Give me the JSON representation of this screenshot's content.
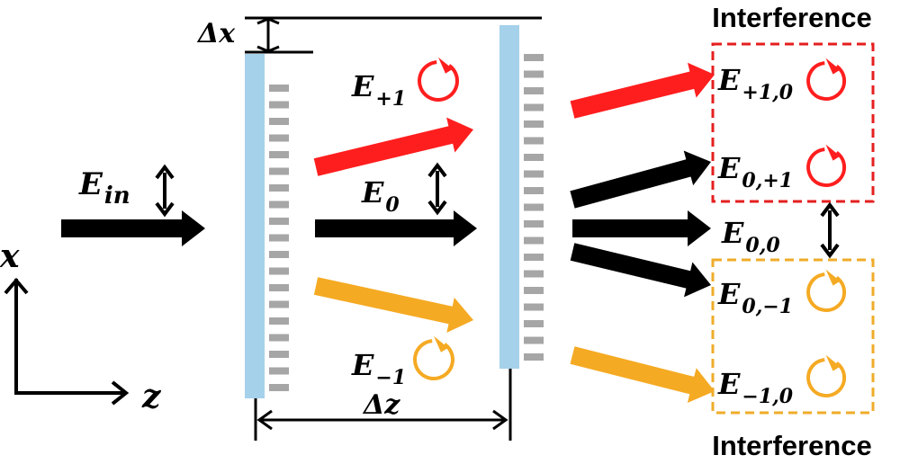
{
  "colors": {
    "grating": "#a5d1ea",
    "teeth": "#a6a6a6",
    "plus": "#ff1e1e",
    "minus": "#f5aa23",
    "zero": "#000000",
    "box_plus": "#e51f1f",
    "box_minus": "#efac2a"
  },
  "icons": {
    "circular_polarization": "circular-arrow-icon",
    "linear_polarization": "double-headed-arrow-icon"
  },
  "labels": {
    "delta_x": {
      "main": "Δx",
      "sub": ""
    },
    "delta_z": {
      "main": "Δz",
      "sub": ""
    },
    "axis_x": {
      "main": "x",
      "sub": ""
    },
    "axis_z": {
      "main": "z",
      "sub": ""
    },
    "e_in": {
      "main": "E",
      "sub": "in"
    },
    "e_plus1": {
      "main": "E",
      "sub": "+1"
    },
    "e_0": {
      "main": "E",
      "sub": "0"
    },
    "e_minus1": {
      "main": "E",
      "sub": "−1"
    },
    "e_p1_0": {
      "main": "E",
      "sub": "+1,0"
    },
    "e_0_p1": {
      "main": "E",
      "sub": "0,+1"
    },
    "e_0_0": {
      "main": "E",
      "sub": "0,0"
    },
    "e_0_m1": {
      "main": "E",
      "sub": "0,−1"
    },
    "e_m1_0": {
      "main": "E",
      "sub": "−1,0"
    }
  },
  "headings": {
    "top": "Interference",
    "bottom": "Interference"
  }
}
